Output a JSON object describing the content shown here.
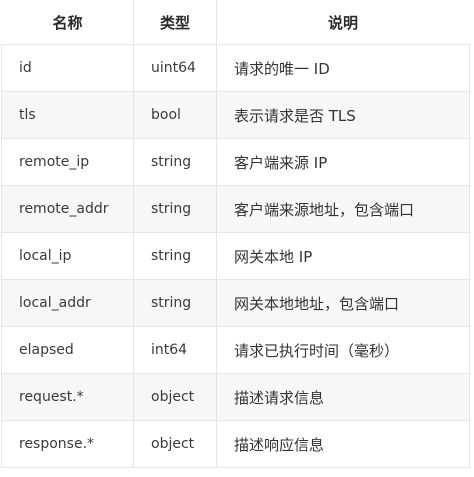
{
  "table": {
    "headers": [
      "名称",
      "类型",
      "说明"
    ],
    "rows": [
      {
        "name": "id",
        "type": "uint64",
        "desc": "请求的唯一 ID"
      },
      {
        "name": "tls",
        "type": "bool",
        "desc": "表示请求是否 TLS"
      },
      {
        "name": "remote_ip",
        "type": "string",
        "desc": "客户端来源 IP"
      },
      {
        "name": "remote_addr",
        "type": "string",
        "desc": "客户端来源地址，包含端口"
      },
      {
        "name": "local_ip",
        "type": "string",
        "desc": "网关本地 IP"
      },
      {
        "name": "local_addr",
        "type": "string",
        "desc": "网关本地地址，包含端口"
      },
      {
        "name": "elapsed",
        "type": "int64",
        "desc": "请求已执行时间（毫秒）"
      },
      {
        "name": "request.*",
        "type": "object",
        "desc": "描述请求信息"
      },
      {
        "name": "response.*",
        "type": "object",
        "desc": "描述响应信息"
      }
    ]
  }
}
